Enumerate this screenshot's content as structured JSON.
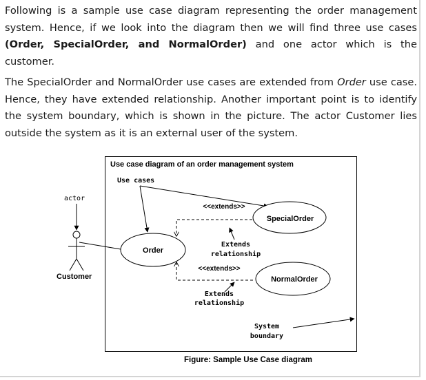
{
  "paragraph1": {
    "part1": "Following is a sample use case diagram representing the order management system. Hence, if we look into the diagram then we will find three use cases ",
    "bold": "(Order, SpecialOrder, and NormalOrder)",
    "part2": " and one actor which is the customer."
  },
  "paragraph2": {
    "part1": "The SpecialOrder and NormalOrder use cases are extended from ",
    "italic": "Order",
    "part2": " use case. Hence, they have extended relationship. Another important point is to identify the system boundary, which is shown in the picture. The actor Customer lies outside the system as it is an external user of the system."
  },
  "diagram": {
    "title": "Use case diagram of an order management system",
    "use_cases_label": "Use cases",
    "actor_label": "actor",
    "actor_name": "Customer",
    "extends_1": "<<extends>>",
    "extends_2": "<<extends>>",
    "uc_order": "Order",
    "uc_special": "SpecialOrder",
    "uc_normal": "NormalOrder",
    "extend_rel_1_line1": "Extends",
    "extend_rel_1_line2": "relationship",
    "extend_rel_2_line1": "Extends",
    "extend_rel_2_line2": "relationship",
    "boundary_line1": "System",
    "boundary_line2": "boundary",
    "caption": "Figure: Sample Use Case diagram"
  }
}
